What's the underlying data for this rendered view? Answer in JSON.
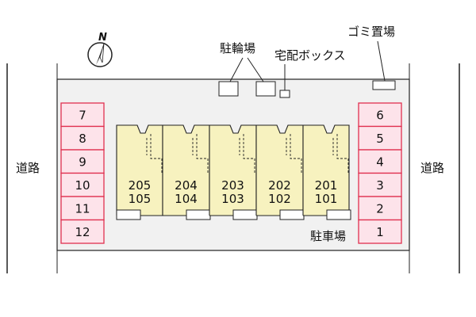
{
  "labels": {
    "road_left": "道路",
    "road_right": "道路",
    "bicycle_parking": "駐輪場",
    "delivery_box": "宅配ボックス",
    "garbage_area": "ゴミ置場",
    "parking_lot": "駐車場",
    "north": "N"
  },
  "parking_left": [
    "7",
    "8",
    "9",
    "10",
    "11",
    "12"
  ],
  "parking_right": [
    "6",
    "5",
    "4",
    "3",
    "2",
    "1"
  ],
  "units": [
    {
      "upper": "205",
      "lower": "105"
    },
    {
      "upper": "204",
      "lower": "104"
    },
    {
      "upper": "203",
      "lower": "103"
    },
    {
      "upper": "202",
      "lower": "102"
    },
    {
      "upper": "201",
      "lower": "101"
    }
  ],
  "colors": {
    "parking_fill": "#fde3ea",
    "parking_stroke": "#e0304f",
    "building_fill": "#f7f2bf",
    "lot_fill": "#f1f1f1",
    "line": "#222222"
  }
}
